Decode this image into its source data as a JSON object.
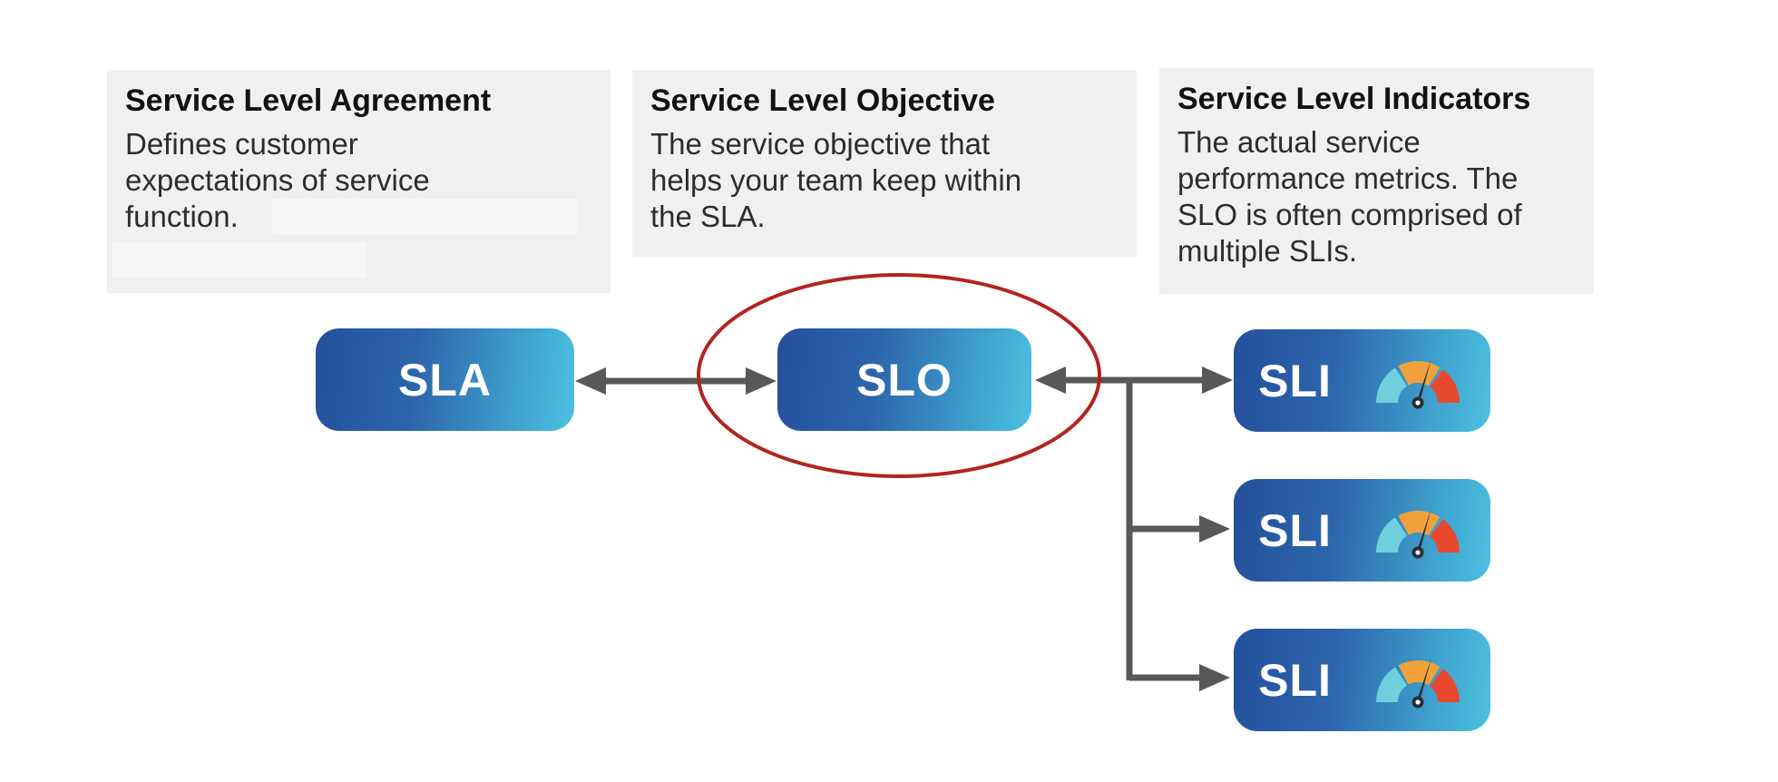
{
  "cards": [
    {
      "title": "Service Level Agreement",
      "body_lines": [
        "Defines customer",
        "expectations of service",
        "function."
      ]
    },
    {
      "title": "Service Level Objective",
      "body_lines": [
        "The service objective that",
        "helps your team keep within",
        "the SLA."
      ]
    },
    {
      "title": "Service Level Indicators",
      "body_lines": [
        "The actual service",
        "performance metrics. The",
        "SLO is often comprised of",
        "multiple SLIs."
      ]
    }
  ],
  "nodes": {
    "sla": "SLA",
    "slo": "SLO",
    "sli": "SLI"
  },
  "colors": {
    "card_bg": "#f0f0f0",
    "redaction_bg": "#f7f7f7",
    "title_text": "#121212",
    "body_text": "#2d2d2d",
    "pill_gradient_start": "#24509c",
    "pill_gradient_end": "#4cc0e0",
    "pill_text": "#ffffff",
    "arrow": "#58585a",
    "highlight_ellipse": "#b3231d",
    "gauge_teal": "#6fcfdc",
    "gauge_orange": "#f0a13c",
    "gauge_red": "#e8492f",
    "gauge_needle": "#2a2f33"
  }
}
